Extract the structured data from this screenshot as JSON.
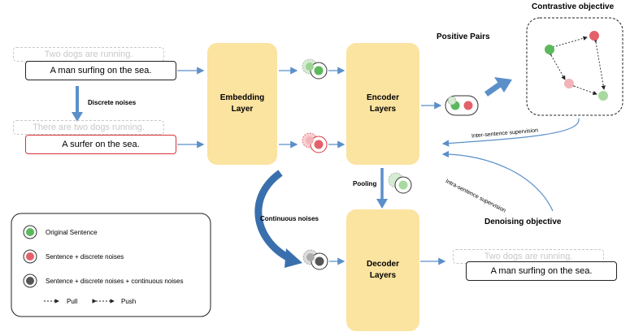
{
  "inputs": {
    "ghost_top": "Two dogs are running.",
    "main_top": "A man surfing on the sea.",
    "ghost_bottom": "There are two dogs running.",
    "main_bottom": "A surfer on the sea."
  },
  "labels": {
    "discrete_noises": "Discrete noises",
    "continuous_noises": "Continuous noises",
    "pooling": "Pooling",
    "positive_pairs": "Positive Pairs",
    "contrastive_objective": "Contrastive objective",
    "denoising_objective": "Denoising objective",
    "inter_sentence": "Inter-sentence supervision",
    "intra_sentence": "Intra-sentence supervision"
  },
  "blocks": {
    "embedding": [
      "Embedding",
      "Layer"
    ],
    "encoder": [
      "Encoder",
      "Layers"
    ],
    "decoder": [
      "Decoder",
      "Layers"
    ]
  },
  "outputs": {
    "ghost": "Two dogs are running.",
    "main": "A man surfing on the sea."
  },
  "legend": {
    "original": "Original Sentence",
    "discrete": "Sentence + discrete noises",
    "continuous": "Sentence + discrete noises + continuous noises",
    "pull": "Pull",
    "push": "Push"
  },
  "colors": {
    "block_fill": "#fbe3a0",
    "green": "#5cb85c",
    "green_light": "#d4ecd0",
    "red": "#e4606a",
    "red_light": "#f7d0d2",
    "gray": "#555555",
    "gray_light": "#dcdcdc",
    "arrow_blue": "#5b8fc9"
  }
}
